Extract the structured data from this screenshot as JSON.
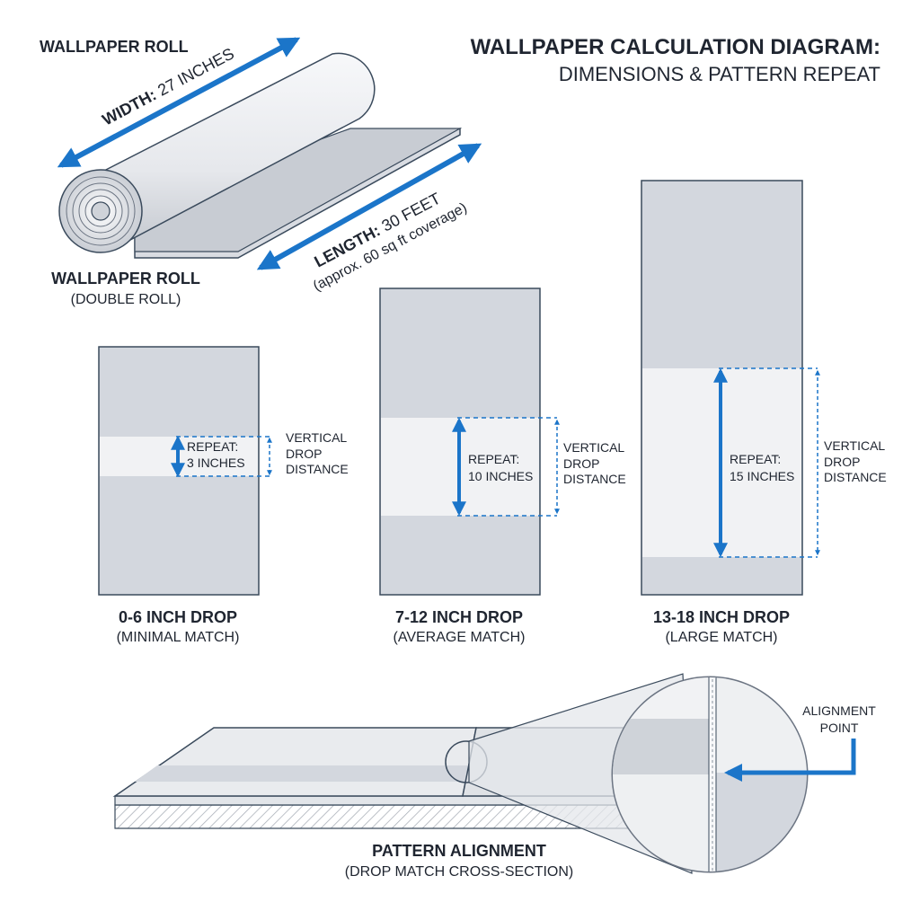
{
  "title": {
    "line1": "WALLPAPER CALCULATION DIAGRAM:",
    "line2": "DIMENSIONS & PATTERN REPEAT"
  },
  "roll": {
    "top_label": "WALLPAPER ROLL",
    "width_key": "WIDTH:",
    "width_value": "27 INCHES",
    "length_key": "LENGTH:",
    "length_value": "30 FEET",
    "length_note": "(approx. 60 sq ft coverage)",
    "caption": "WALLPAPER ROLL",
    "caption_sub": "(DOUBLE ROLL)"
  },
  "drops": [
    {
      "repeat_label": "REPEAT:",
      "repeat_value": "3 INCHES",
      "side_1": "VERTICAL",
      "side_2": "DROP",
      "side_3": "DISTANCE",
      "caption": "0-6 INCH DROP",
      "caption_sub": "(MINIMAL MATCH)"
    },
    {
      "repeat_label": "REPEAT:",
      "repeat_value": "10 INCHES",
      "side_1": "VERTICAL",
      "side_2": "DROP",
      "side_3": "DISTANCE",
      "caption": "7-12 INCH DROP",
      "caption_sub": "(AVERAGE MATCH)"
    },
    {
      "repeat_label": "REPEAT:",
      "repeat_value": "15 INCHES",
      "side_1": "VERTICAL",
      "side_2": "DROP",
      "side_3": "DISTANCE",
      "caption": "13-18 INCH DROP",
      "caption_sub": "(LARGE MATCH)"
    }
  ],
  "alignment": {
    "point_line1": "ALIGNMENT",
    "point_line2": "POINT",
    "caption": "PATTERN ALIGNMENT",
    "caption_sub": "(DROP MATCH CROSS-SECTION)"
  },
  "colors": {
    "arrow": "#1b75c9",
    "panel_fill": "#d3d7de",
    "band_fill": "#f1f2f4",
    "outline": "#3a4a5c",
    "text": "#1f2530"
  }
}
